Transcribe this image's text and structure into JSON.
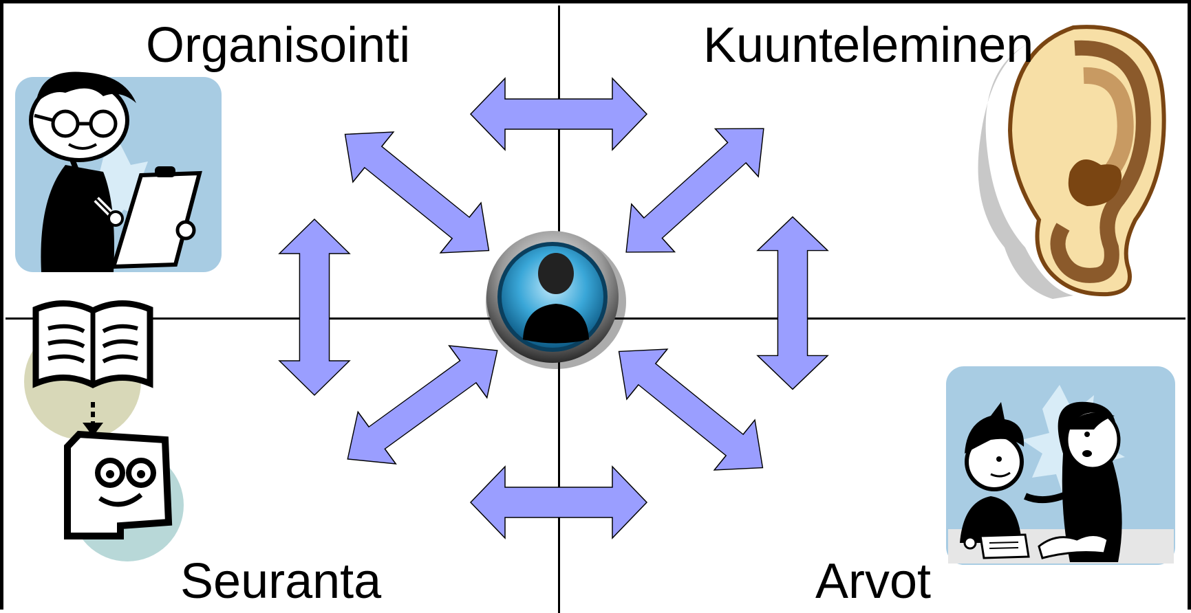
{
  "quadrants": {
    "top_left": {
      "label": "Organisointi",
      "illustration": "person-with-clipboard-icon"
    },
    "top_right": {
      "label": "Kuunteleminen",
      "illustration": "ear-icon"
    },
    "bottom_left": {
      "label": "Seuranta",
      "illustration": "book-and-face-icon"
    },
    "bottom_right": {
      "label": "Arvot",
      "illustration": "teacher-and-student-icon"
    }
  },
  "center": {
    "icon": "person-button-icon"
  },
  "colors": {
    "arrow_fill": "#9A9EFF",
    "arrow_stroke": "#000000",
    "lines": "#000000",
    "center_blue": "#3AA7D8",
    "clipart_blue": "#A8CCE3"
  }
}
